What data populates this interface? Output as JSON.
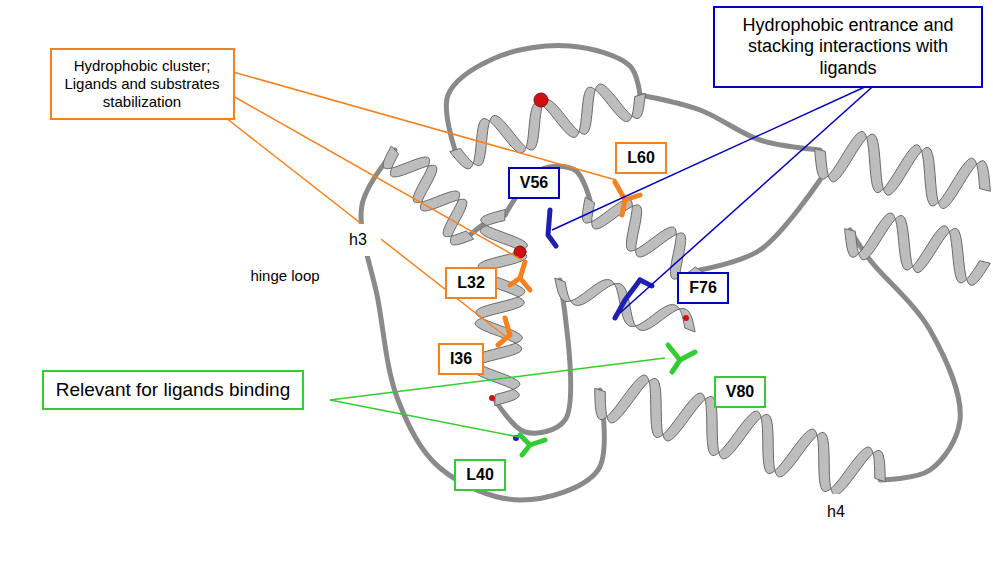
{
  "diagram": {
    "nodes": [
      {
        "text": [
          "Hydrophobic entrance and stacking interactions with ligands"
        ]
      },
      {
        "text": [
          "Hydrophobic cluster; Ligands and substrates stabilization"
        ]
      },
      {
        "text": [
          "L60"
        ]
      },
      {
        "text": [
          "V56"
        ]
      },
      {
        "text": [
          "L32"
        ]
      },
      {
        "text": [
          "F76"
        ]
      },
      {
        "text": [
          "I36"
        ]
      },
      {
        "text": [
          "Relevant for ligands binding"
        ]
      },
      {
        "text": [
          "V80"
        ]
      },
      {
        "text": [
          "L40"
        ]
      }
    ],
    "labels": [
      "h3",
      "hinge loop",
      "h4"
    ]
  }
}
